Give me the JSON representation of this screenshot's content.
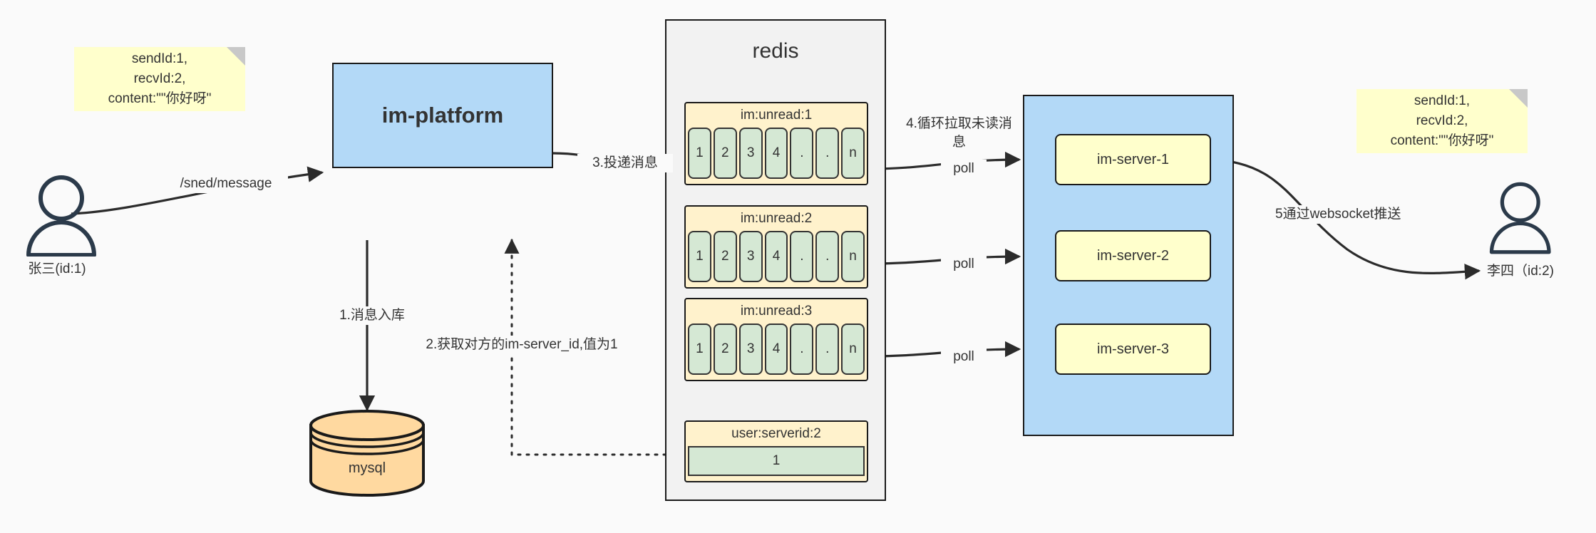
{
  "diagram": {
    "title": "IM message delivery architecture",
    "colors": {
      "background": "#fafafa",
      "note_yellow": "#ffffcc",
      "key_yellow": "#fff2cc",
      "cell_green": "#d5e8d4",
      "box_blue": "#b3d9f7",
      "cylinder_orange": "#ffd9a0",
      "stroke": "#1a1a1a"
    }
  },
  "notes": {
    "left": "sendId:1,\nrecvId:2,\ncontent:\"\"你好呀\"",
    "right": "sendId:1,\nrecvId:2,\ncontent:\"\"你好呀\""
  },
  "actors": {
    "sender": {
      "name": "张三(id:1)",
      "icon": "user-icon"
    },
    "receiver": {
      "name": "李四（id:2)",
      "icon": "user-icon"
    }
  },
  "platform": {
    "label": "im-platform"
  },
  "database": {
    "label": "mysql",
    "icon": "database-cylinder-icon"
  },
  "redis": {
    "title": "redis",
    "lists": [
      {
        "key": "im:unread:1",
        "cells": [
          "1",
          "2",
          "3",
          "4",
          ".",
          ".",
          "n"
        ]
      },
      {
        "key": "im:unread:2",
        "cells": [
          "1",
          "2",
          "3",
          "4",
          ".",
          ".",
          "n"
        ]
      },
      {
        "key": "im:unread:3",
        "cells": [
          "1",
          "2",
          "3",
          "4",
          ".",
          ".",
          "n"
        ]
      }
    ],
    "kv": {
      "key": "user:serverid:2",
      "value": "1"
    }
  },
  "cluster": {
    "servers": [
      {
        "label": "im-server-1"
      },
      {
        "label": "im-server-2"
      },
      {
        "label": "im-server-3"
      }
    ]
  },
  "edges": {
    "send_message": "/sned/message",
    "step1": "1.消息入库",
    "step2": "2.获取对方的im-server_id,值为1",
    "step3": "3.投递消息",
    "step4": "4.循环拉取未读消\n息",
    "poll1": "poll",
    "poll2": "poll",
    "poll3": "poll",
    "step5": "5通过websocket推送"
  }
}
